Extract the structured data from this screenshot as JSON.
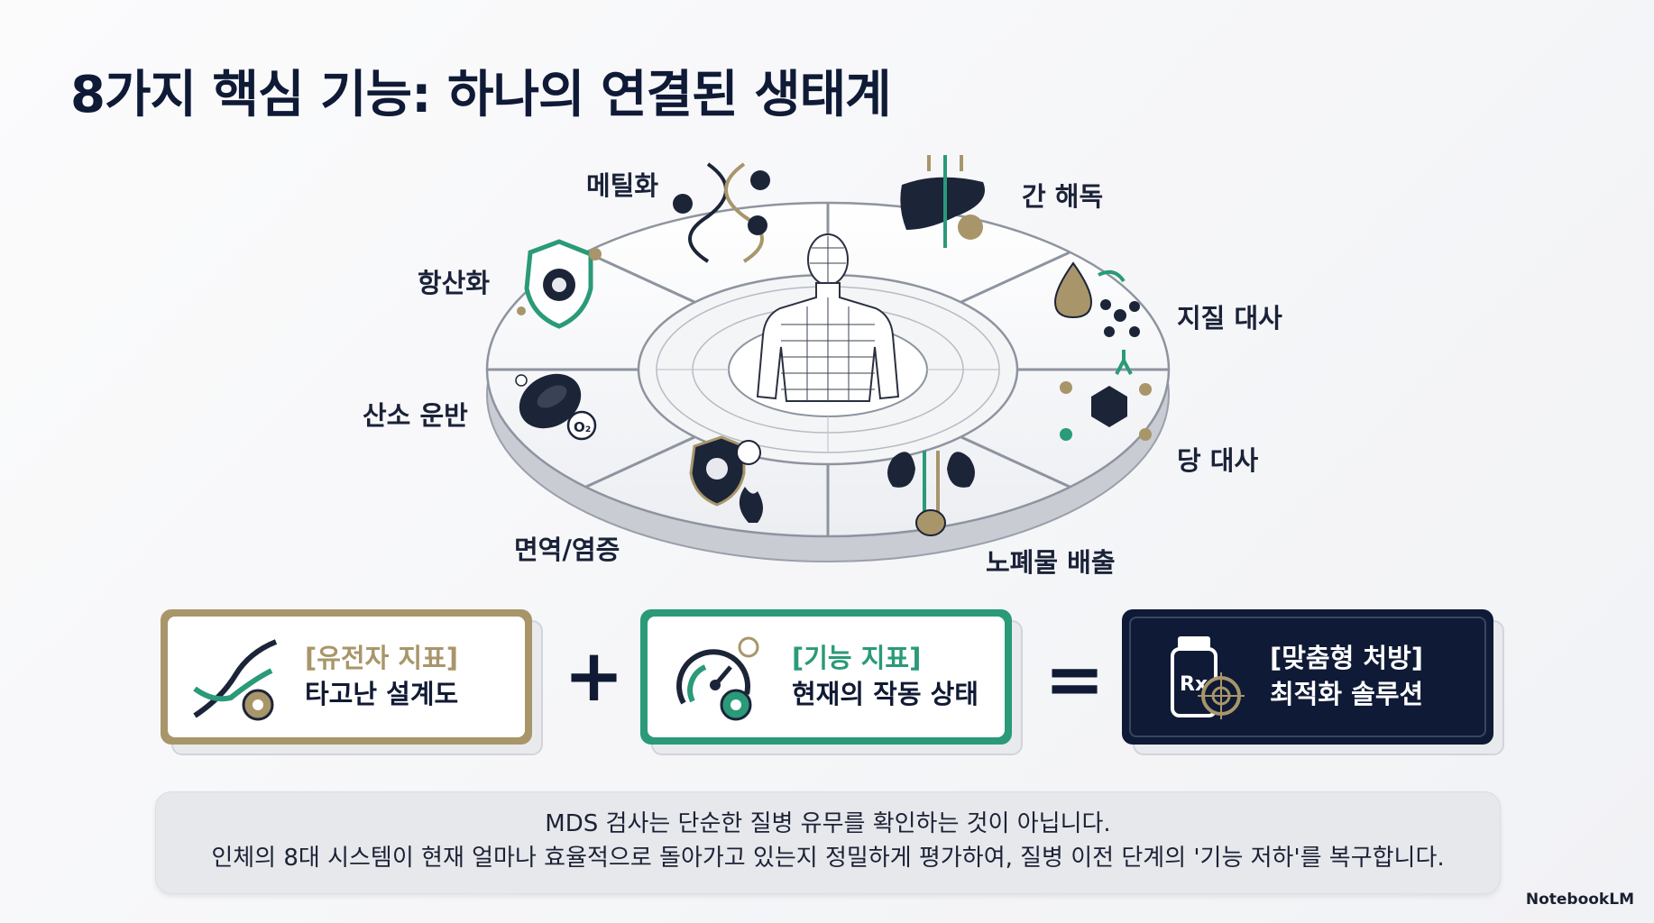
{
  "title": "8가지 핵심 기능: 하나의 연결된 생태계",
  "ecosystem": {
    "center": "human-body-wireframe",
    "functions": [
      {
        "id": "methylation",
        "label": "메틸화",
        "icon": "dna-methyl-icon"
      },
      {
        "id": "liver",
        "label": "간 해독",
        "icon": "liver-filter-icon"
      },
      {
        "id": "lipid",
        "label": "지질 대사",
        "icon": "fat-drop-icon"
      },
      {
        "id": "glucose",
        "label": "당 대사",
        "icon": "glucose-molecule-icon"
      },
      {
        "id": "waste",
        "label": "노폐물 배출",
        "icon": "kidney-icon"
      },
      {
        "id": "immune",
        "label": "면역/염증",
        "icon": "shield-fire-icon"
      },
      {
        "id": "oxygen",
        "label": "산소 운반",
        "icon": "red-blood-cell-icon"
      },
      {
        "id": "antioxidant",
        "label": "항산화",
        "icon": "shield-atom-icon"
      }
    ]
  },
  "cards": {
    "genetic": {
      "title": "[유전자 지표]",
      "subtitle": "타고난 설계도",
      "icon": "dna-gear-icon",
      "color": "#a8966a"
    },
    "function": {
      "title": "[기능 지표]",
      "subtitle": "현재의 작동 상태",
      "icon": "gauge-gear-icon",
      "color": "#2a9a78"
    },
    "prescription": {
      "title": "[맞춤형 처방]",
      "subtitle": "최적화 솔루션",
      "icon": "rx-bottle-icon",
      "color": "#0f1a36"
    },
    "plus": "+",
    "equals": "="
  },
  "summary": {
    "line1": "MDS 검사는 단순한 질병 유무를 확인하는 것이 아닙니다.",
    "line2": "인체의 8대 시스템이 현재 얼마나 효율적으로 돌아가고 있는지 정밀하게 평가하여, 질병 이전 단계의 '기능 저하'를 복구합니다."
  },
  "brand": "NotebookLM",
  "colors": {
    "navy": "#0f1a36",
    "teal": "#2a9a78",
    "gold": "#a8966a"
  }
}
